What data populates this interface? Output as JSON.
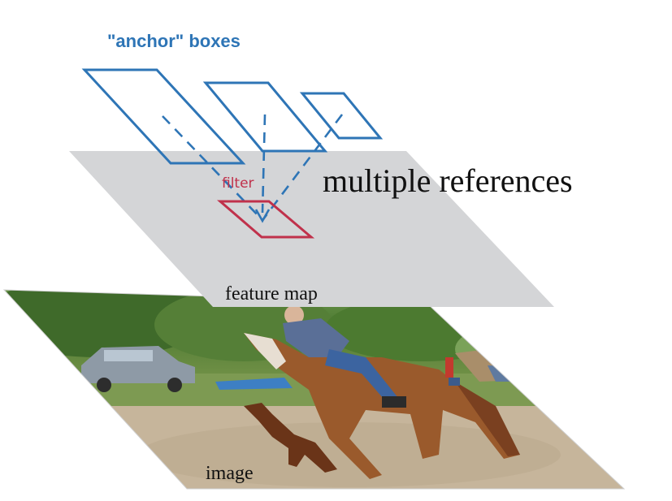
{
  "labels": {
    "anchor_boxes": "\"anchor\" boxes",
    "filter": "filter",
    "multiple_references": "multiple references",
    "feature_map": "feature map",
    "image": "image"
  },
  "colors": {
    "anchor_blue": "#2e75b6",
    "filter_red": "#c0314b",
    "feature_map_gray": "#d4d5d7"
  }
}
